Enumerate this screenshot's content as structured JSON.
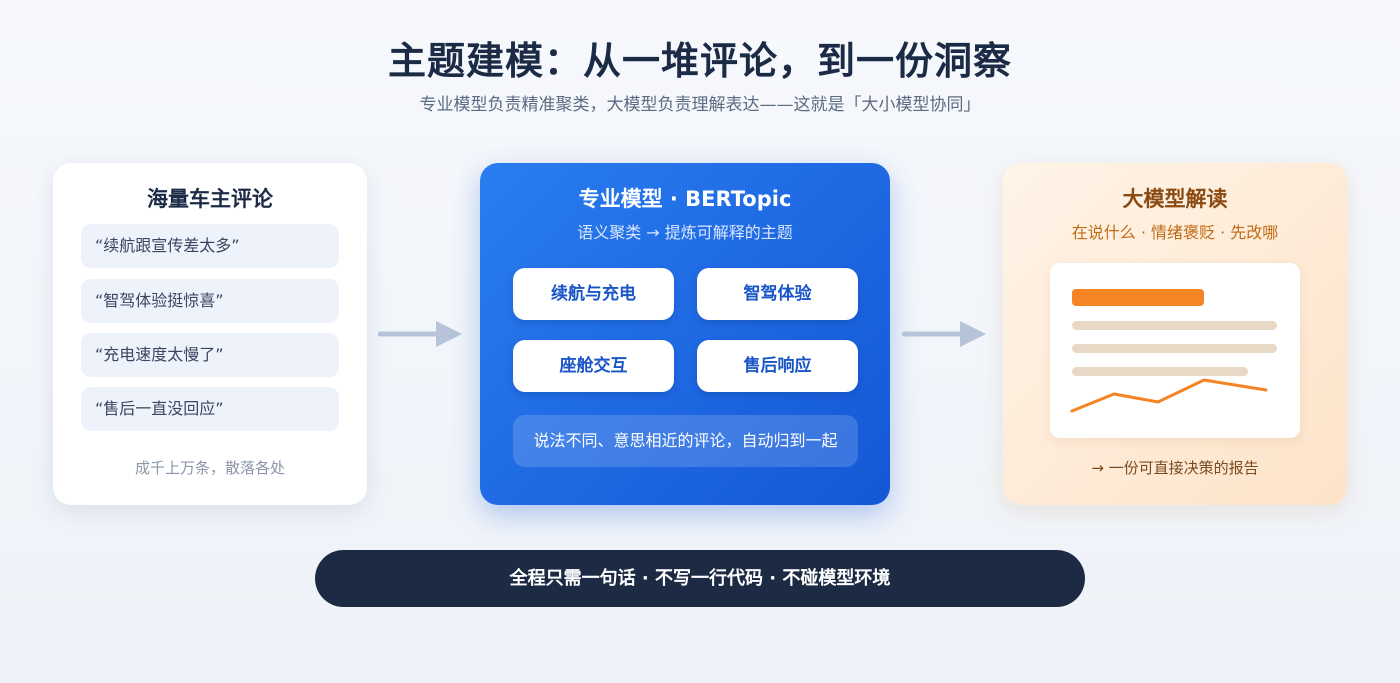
{
  "header": {
    "title": "主题建模：从一堆评论，到一份洞察",
    "subtitle": "专业模型负责精准聚类，大模型负责理解表达——这就是「大小模型协同」"
  },
  "left_card": {
    "title": "海量车主评论",
    "reviews": [
      "“续航跟宣传差太多”",
      "“智驾体验挺惊喜”",
      "“充电速度太慢了”",
      "“售后一直没回应”"
    ],
    "footer": "成千上万条，散落各处"
  },
  "middle_card": {
    "title": "专业模型 · BERTopic",
    "subtitle": "语义聚类 → 提炼可解释的主题",
    "topics": [
      "续航与充电",
      "智驾体验",
      "座舱交互",
      "售后响应"
    ],
    "note": "说法不同、意思相近的评论，自动归到一起"
  },
  "right_card": {
    "title": "大模型解读",
    "subtitle": "在说什么 · 情绪褒贬 · 先改哪",
    "footer": "→ 一份可直接决策的报告"
  },
  "bottom_banner": "全程只需一句话 · 不写一行代码 · 不碰模型环境",
  "colors": {
    "blue_card": "#1f6be6",
    "accent_orange": "#f58424",
    "dark_pill": "#1d2a44",
    "arrow": "#b6c3d8"
  }
}
